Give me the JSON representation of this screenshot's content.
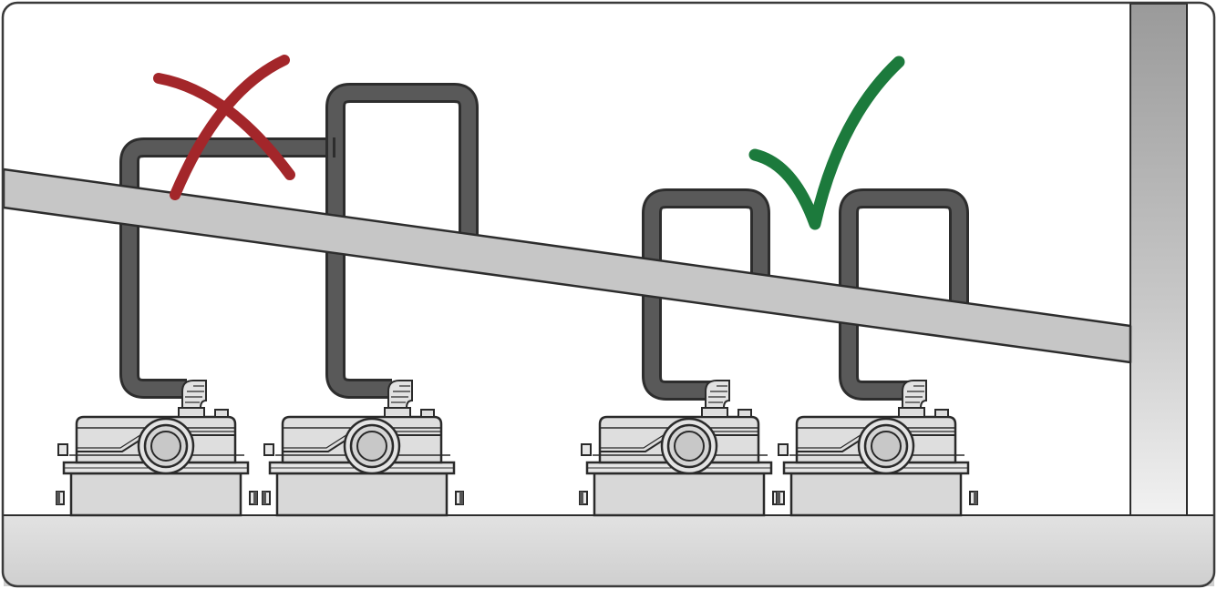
{
  "diagram": {
    "panels": [
      {
        "id": "incorrect",
        "verdict": "incorrect",
        "mark_icon": "cross-mark-icon",
        "mark_color": "#a3262a",
        "units": 2
      },
      {
        "id": "correct",
        "verdict": "correct",
        "mark_icon": "check-mark-icon",
        "mark_color": "#1c7a3c",
        "units": 2
      }
    ],
    "colors": {
      "frame": "#3a3a3a",
      "drain_pipe_fill": "#c8c8c8",
      "drain_pipe_stroke": "#2d2d2d",
      "discharge_pipe": "#555555",
      "unit_fill": "#d6d6d6",
      "unit_stroke": "#2a2a2a",
      "floor": "#dcdcdc",
      "wall": "#b9b9b9"
    }
  }
}
